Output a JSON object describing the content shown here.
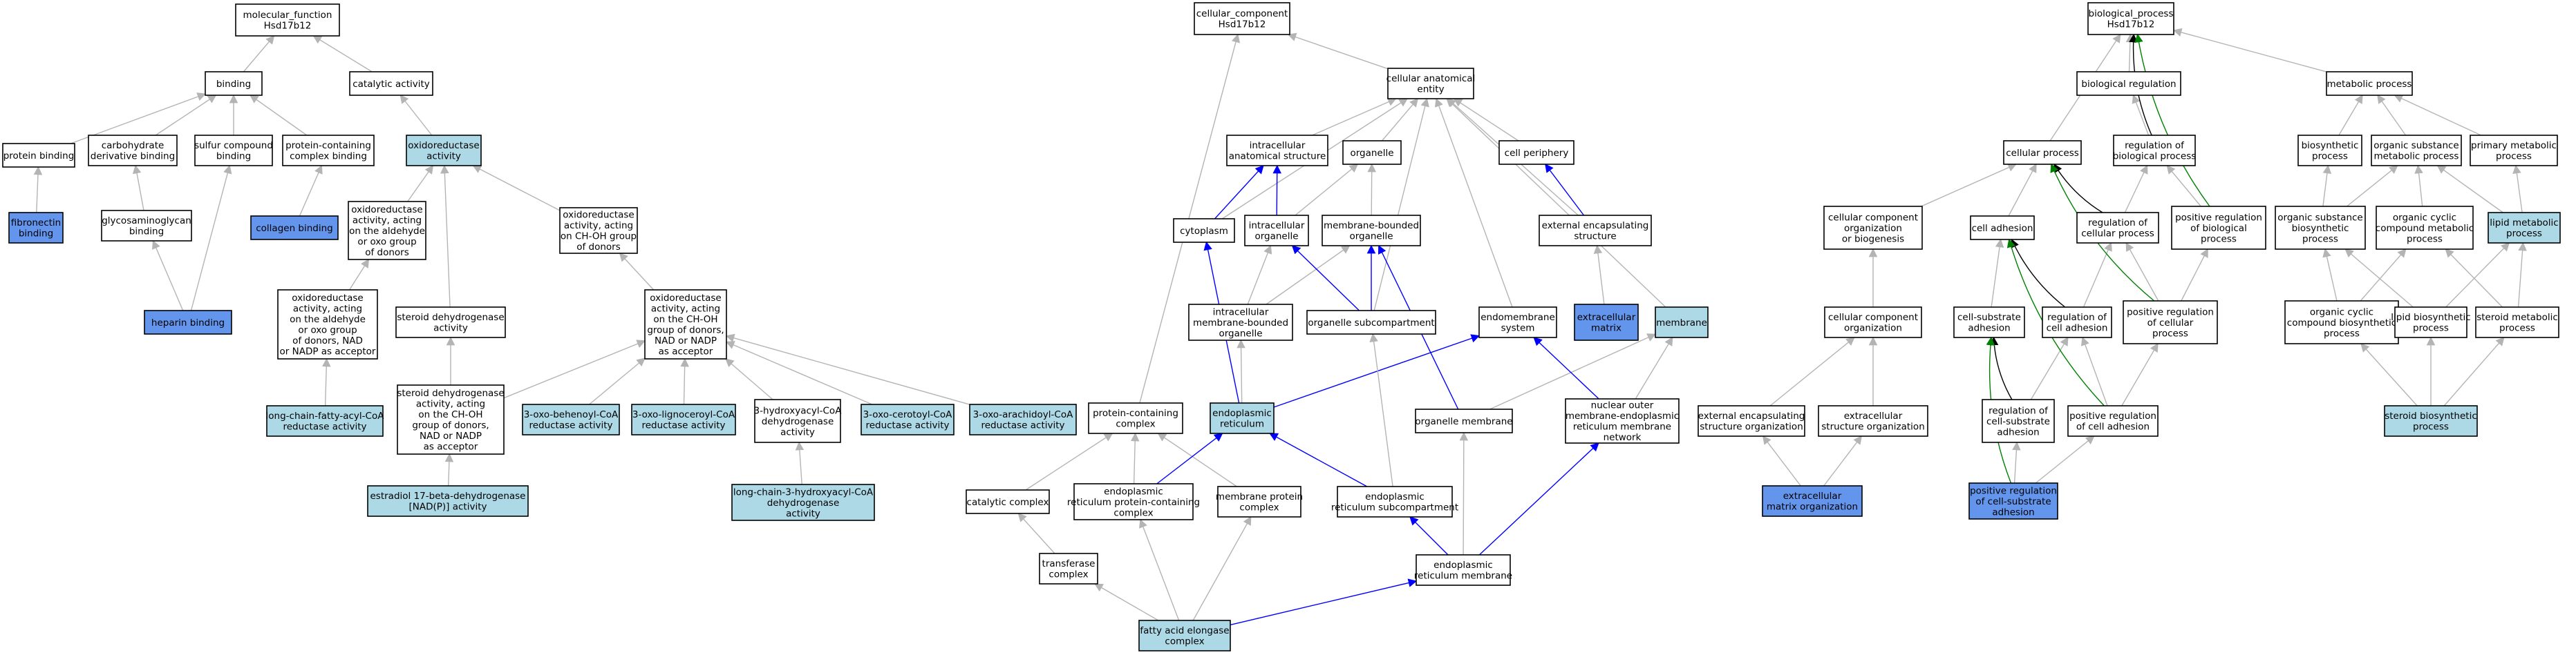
{
  "colors": {
    "plain": "#ffffff",
    "light": "#add8e6",
    "dark": "#6495ed",
    "edge_is_a": "#b4b4b4",
    "edge_part_of": "#0000ff",
    "edge_regulates": "#000000",
    "edge_pos_regulates": "#008000"
  },
  "nodes": {
    "mf_root": [
      "molecular_function",
      "Hsd17b12"
    ],
    "binding": [
      "binding"
    ],
    "catalytic": [
      "catalytic activity"
    ],
    "protein_binding": [
      "protein binding"
    ],
    "carb_binding": [
      "carbohydrate",
      "derivative binding"
    ],
    "sulfur_binding": [
      "sulfur compound",
      "binding"
    ],
    "prot_complex_binding": [
      "protein-containing",
      "complex binding"
    ],
    "oxidoreductase": [
      "oxidoreductase",
      "activity"
    ],
    "fibronectin": [
      "fibronectin",
      "binding"
    ],
    "gag_binding": [
      "glycosaminoglycan",
      "binding"
    ],
    "collagen": [
      "collagen binding"
    ],
    "heparin": [
      "heparin binding"
    ],
    "ox_aldehyde": [
      "oxidoreductase",
      "activity, acting",
      "on the aldehyde",
      "or oxo group",
      "of donors"
    ],
    "ox_choh": [
      "oxidoreductase",
      "activity, acting",
      "on CH-OH group",
      "of donors"
    ],
    "ox_aldehyde_nad": [
      "oxidoreductase",
      "activity, acting",
      "on the aldehyde",
      "or oxo group",
      "of donors, NAD",
      "or NADP as acceptor"
    ],
    "steroid_dh": [
      "steroid dehydrogenase",
      "activity"
    ],
    "ox_choh_nad": [
      "oxidoreductase",
      "activity, acting",
      "on the CH-OH",
      "group of donors,",
      "NAD or NADP",
      "as acceptor"
    ],
    "lcfa_coa": [
      "long-chain-fatty-acyl-CoA",
      "reductase activity"
    ],
    "steroid_dh_choh": [
      "steroid dehydrogenase",
      "activity, acting",
      "on the CH-OH",
      "group of donors,",
      "NAD or NADP",
      "as acceptor"
    ],
    "behenoyl": [
      "3-oxo-behenoyl-CoA",
      "reductase activity"
    ],
    "lignoceroyl": [
      "3-oxo-lignoceroyl-CoA",
      "reductase activity"
    ],
    "hydroxyacyl": [
      "3-hydroxyacyl-CoA",
      "dehydrogenase",
      "activity"
    ],
    "cerotoyl": [
      "3-oxo-cerotoyl-CoA",
      "reductase activity"
    ],
    "arachidoyl": [
      "3-oxo-arachidoyl-CoA",
      "reductase activity"
    ],
    "estradiol": [
      "estradiol 17-beta-dehydrogenase",
      "[NAD(P)] activity"
    ],
    "lc_hydroxyacyl": [
      "long-chain-3-hydroxyacyl-CoA",
      "dehydrogenase",
      "activity"
    ],
    "cc_root": [
      "cellular_component",
      "Hsd17b12"
    ],
    "cae": [
      "cellular anatomical",
      "entity"
    ],
    "intracellular_as": [
      "intracellular",
      "anatomical structure"
    ],
    "organelle": [
      "organelle"
    ],
    "cell_periphery": [
      "cell periphery"
    ],
    "cytoplasm": [
      "cytoplasm"
    ],
    "intracellular_org": [
      "intracellular",
      "organelle"
    ],
    "mbo": [
      "membrane-bounded",
      "organelle"
    ],
    "ext_encaps": [
      "external encapsulating",
      "structure"
    ],
    "imbo": [
      "intracellular",
      "membrane-bounded",
      "organelle"
    ],
    "org_subcomp": [
      "organelle subcompartment"
    ],
    "endomembrane": [
      "endomembrane",
      "system"
    ],
    "ecm": [
      "extracellular",
      "matrix"
    ],
    "membrane": [
      "membrane"
    ],
    "prot_complex": [
      "protein-containing",
      "complex"
    ],
    "er": [
      "endoplasmic",
      "reticulum"
    ],
    "org_membrane": [
      "organelle membrane"
    ],
    "nuclear_outer": [
      "nuclear outer",
      "membrane-endoplasmic",
      "reticulum membrane",
      "network"
    ],
    "catalytic_complex": [
      "catalytic complex"
    ],
    "er_prot_complex": [
      "endoplasmic",
      "reticulum protein-containing",
      "complex"
    ],
    "memb_prot_complex": [
      "membrane protein",
      "complex"
    ],
    "er_subcomp": [
      "endoplasmic",
      "reticulum subcompartment"
    ],
    "transferase_complex": [
      "transferase",
      "complex"
    ],
    "er_membrane": [
      "endoplasmic",
      "reticulum membrane"
    ],
    "fa_elongase": [
      "fatty acid elongase",
      "complex"
    ],
    "bp_root": [
      "biological_process",
      "Hsd17b12"
    ],
    "bio_reg": [
      "biological regulation"
    ],
    "metabolic": [
      "metabolic process"
    ],
    "cellular_process": [
      "cellular process"
    ],
    "reg_bp": [
      "regulation of",
      "biological process"
    ],
    "biosynthetic": [
      "biosynthetic",
      "process"
    ],
    "org_sub_metabolic": [
      "organic substance",
      "metabolic process"
    ],
    "primary_metabolic": [
      "primary metabolic",
      "process"
    ],
    "cc_org_biogen": [
      "cellular component",
      "organization",
      "or biogenesis"
    ],
    "cell_adhesion": [
      "cell adhesion"
    ],
    "reg_cp": [
      "regulation of",
      "cellular process"
    ],
    "pos_reg_bp": [
      "positive regulation",
      "of biological",
      "process"
    ],
    "org_sub_bios": [
      "organic substance",
      "biosynthetic",
      "process"
    ],
    "org_cyclic_met": [
      "organic cyclic",
      "compound metabolic",
      "process"
    ],
    "lipid_met": [
      "lipid metabolic",
      "process"
    ],
    "cc_org": [
      "cellular component",
      "organization"
    ],
    "cell_substrate": [
      "cell-substrate",
      "adhesion"
    ],
    "reg_cell_adh": [
      "regulation of",
      "cell adhesion"
    ],
    "pos_reg_cp": [
      "positive regulation",
      "of cellular",
      "process"
    ],
    "org_cyclic_bios": [
      "organic cyclic",
      "compound biosynthetic",
      "process"
    ],
    "lipid_bios": [
      "lipid biosynthetic",
      "process"
    ],
    "steroid_met": [
      "steroid metabolic",
      "process"
    ],
    "ext_encaps_org": [
      "external encapsulating",
      "structure organization"
    ],
    "ec_struct_org": [
      "extracellular",
      "structure organization"
    ],
    "reg_cs_adh": [
      "regulation of",
      "cell-substrate",
      "adhesion"
    ],
    "pos_reg_cell_adh": [
      "positive regulation",
      "of cell adhesion"
    ],
    "steroid_bios": [
      "steroid biosynthetic",
      "process"
    ],
    "ecm_org": [
      "extracellular",
      "matrix organization"
    ],
    "pos_reg_cs_adh": [
      "positive regulation",
      "of cell-substrate",
      "adhesion"
    ]
  }
}
